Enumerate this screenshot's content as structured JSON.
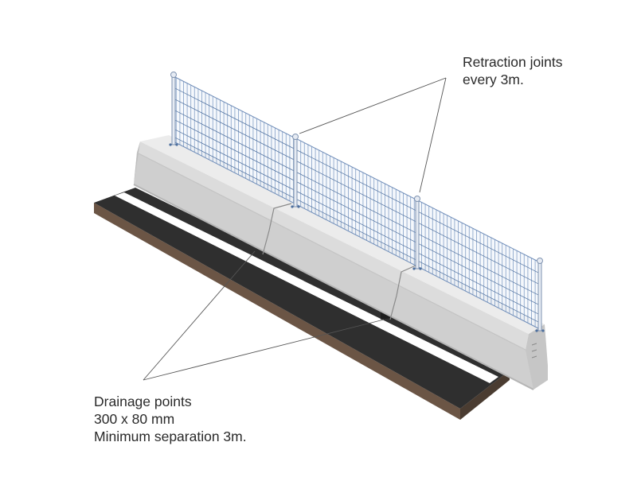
{
  "annotations": {
    "retraction": {
      "line1": "Retraction joints",
      "line2": "every 3m."
    },
    "drainage": {
      "line1": "Drainage points",
      "line2": "300 x 80 mm",
      "line3": "Minimum separation 3m."
    }
  },
  "colors": {
    "asphalt": "#2f2f2f",
    "asphalt_side": "#6b5545",
    "road_marking": "#ffffff",
    "concrete_front": "#d6d6d6",
    "concrete_top": "#e9e9e9",
    "concrete_shadow": "#bdbdbd",
    "fence_mesh": "#4d6f9e",
    "fence_post": "#cfd6e2",
    "leader_line": "#555555"
  }
}
